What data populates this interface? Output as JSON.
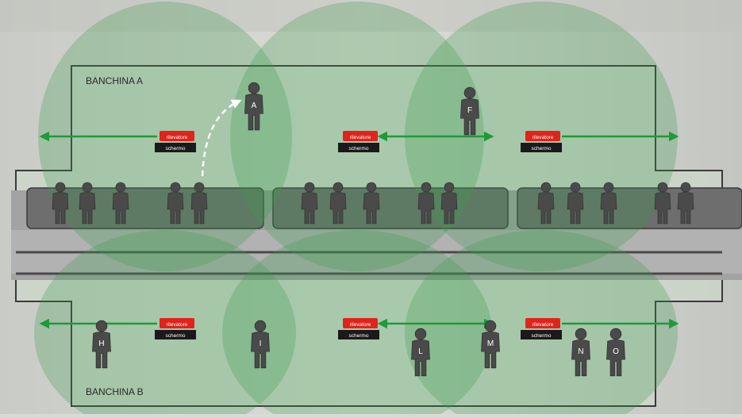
{
  "platforms": {
    "a_label": "BANCHINA A",
    "b_label": "BANCHINA B"
  },
  "device": {
    "detector_label": "rilevatore",
    "screen_label": "schermo"
  },
  "people": {
    "a": "A",
    "f": "F",
    "h": "H",
    "i": "I",
    "l": "L",
    "m": "M",
    "n": "N",
    "o": "O"
  },
  "colors": {
    "zone_fill": "#3a9a4a",
    "arrow": "#1e9a3a",
    "detector_red": "#e0231b",
    "screen_black": "#1a1a1a",
    "person": "#4a4a4a",
    "train": "#6e6e6e",
    "platform_fill": "#c8dcc8"
  }
}
